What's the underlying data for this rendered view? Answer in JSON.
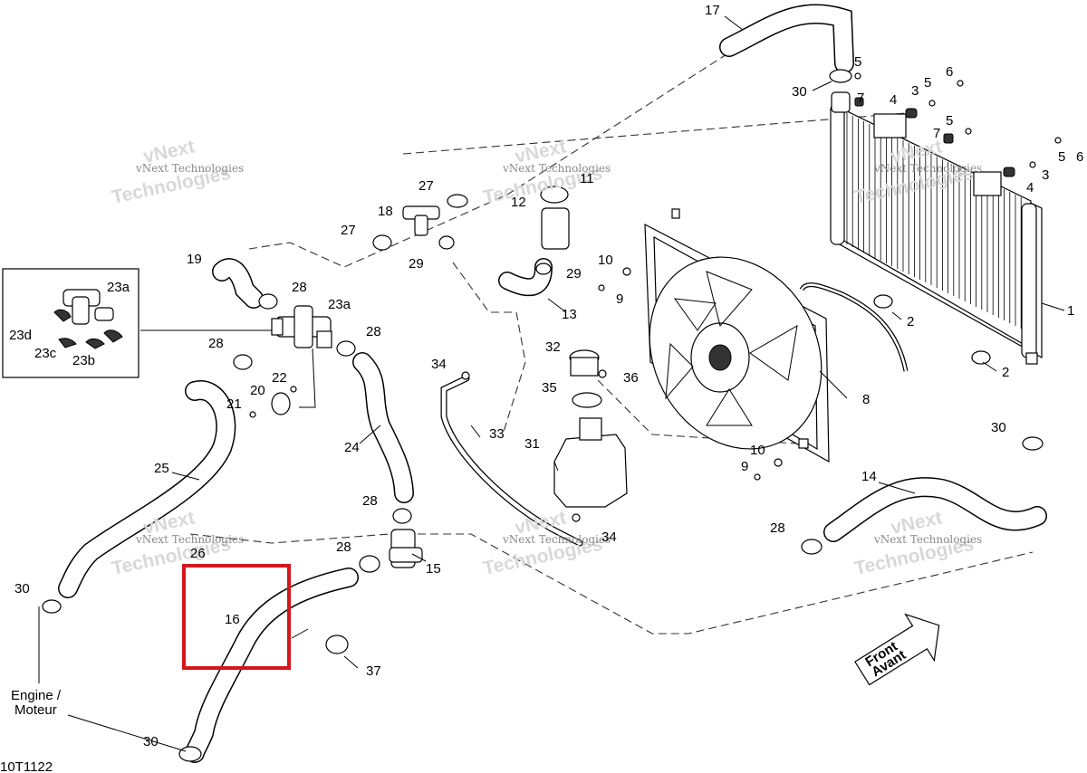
{
  "callouts": {
    "c1": "1",
    "c2a": "2",
    "c2b": "2",
    "c3a": "3",
    "c3b": "3",
    "c4a": "4",
    "c4b": "4",
    "c5a": "5",
    "c5b": "5",
    "c5c": "5",
    "c5d": "5",
    "c6a": "6",
    "c6b": "6",
    "c7a": "7",
    "c7b": "7",
    "c8": "8",
    "c9a": "9",
    "c9b": "9",
    "c10a": "10",
    "c10b": "10",
    "c11": "11",
    "c12": "12",
    "c13": "13",
    "c14": "14",
    "c15": "15",
    "c16": "16",
    "c17": "17",
    "c18": "18",
    "c19": "19",
    "c20": "20",
    "c21": "21",
    "c22": "22",
    "c23a_box": "23a",
    "c23a": "23a",
    "c23b": "23b",
    "c23c": "23c",
    "c23d": "23d",
    "c24": "24",
    "c25": "25",
    "c26": "26",
    "c27a": "27",
    "c27b": "27",
    "c28a": "28",
    "c28b": "28",
    "c28c": "28",
    "c28d": "28",
    "c28e": "28",
    "c28f": "28",
    "c29a": "29",
    "c29b": "29",
    "c30a": "30",
    "c30b": "30",
    "c30c": "30",
    "c30d": "30",
    "c31": "31",
    "c32": "32",
    "c33": "33",
    "c34a": "34",
    "c34b": "34",
    "c35": "35",
    "c36": "36",
    "c37": "37"
  },
  "engine_label": {
    "line1": "Engine /",
    "line2": "Moteur"
  },
  "front_arrow": {
    "line1": "Front",
    "line2": "Avant"
  },
  "drawing_code": "10T1122",
  "watermark": {
    "line1": "vNext Technologies",
    "line2": "vNext",
    "line3": "Technologies"
  },
  "highlight": {
    "part": "16",
    "color": "#d4161c"
  }
}
